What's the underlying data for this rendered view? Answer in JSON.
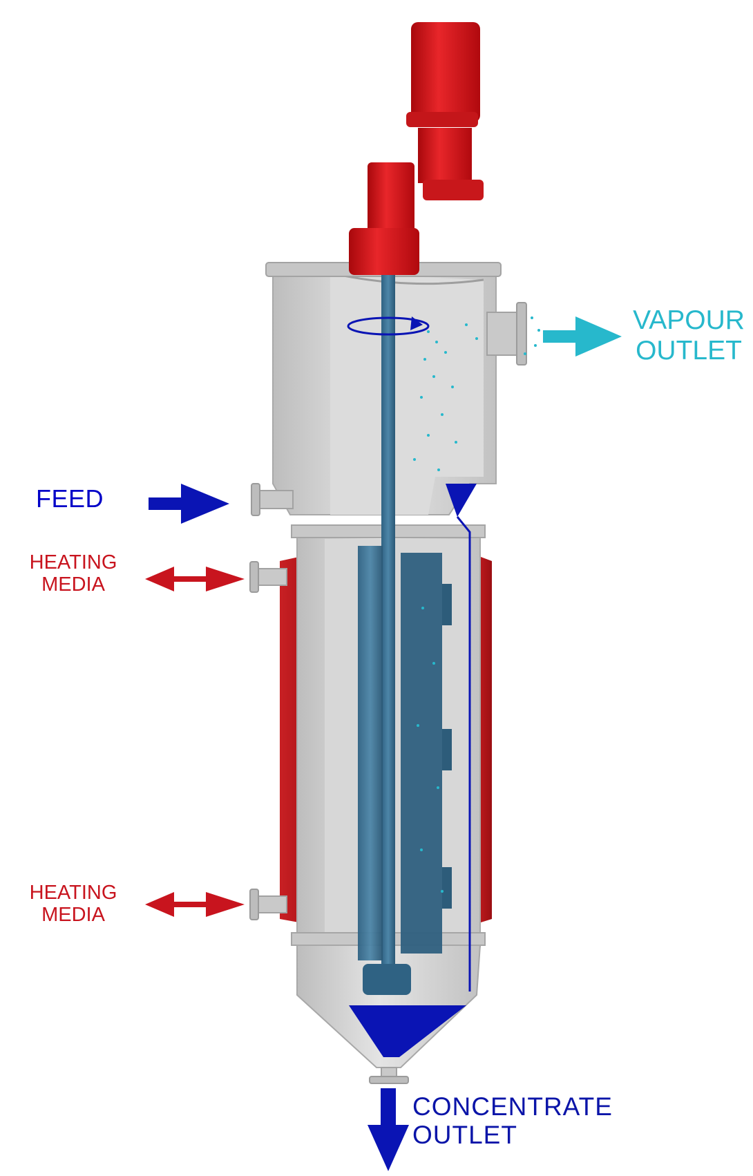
{
  "labels": {
    "feed": "FEED",
    "heating_top_1": "HEATING",
    "heating_top_2": "MEDIA",
    "heating_bottom_1": "HEATING",
    "heating_bottom_2": "MEDIA",
    "vapour_1": "VAPOUR",
    "vapour_2": "OUTLET",
    "concentrate_1": "CONCENTRATE",
    "concentrate_2": "OUTLET"
  },
  "colors": {
    "feed": "#0000c8",
    "heating": "#c8141e",
    "vapour": "#27b8cc",
    "concentrate": "#0a14a8",
    "vessel": "#cfcfcf",
    "jacket": "#c01a1f",
    "drive": "#d91a1a",
    "rotor": "#3a6f8e"
  }
}
